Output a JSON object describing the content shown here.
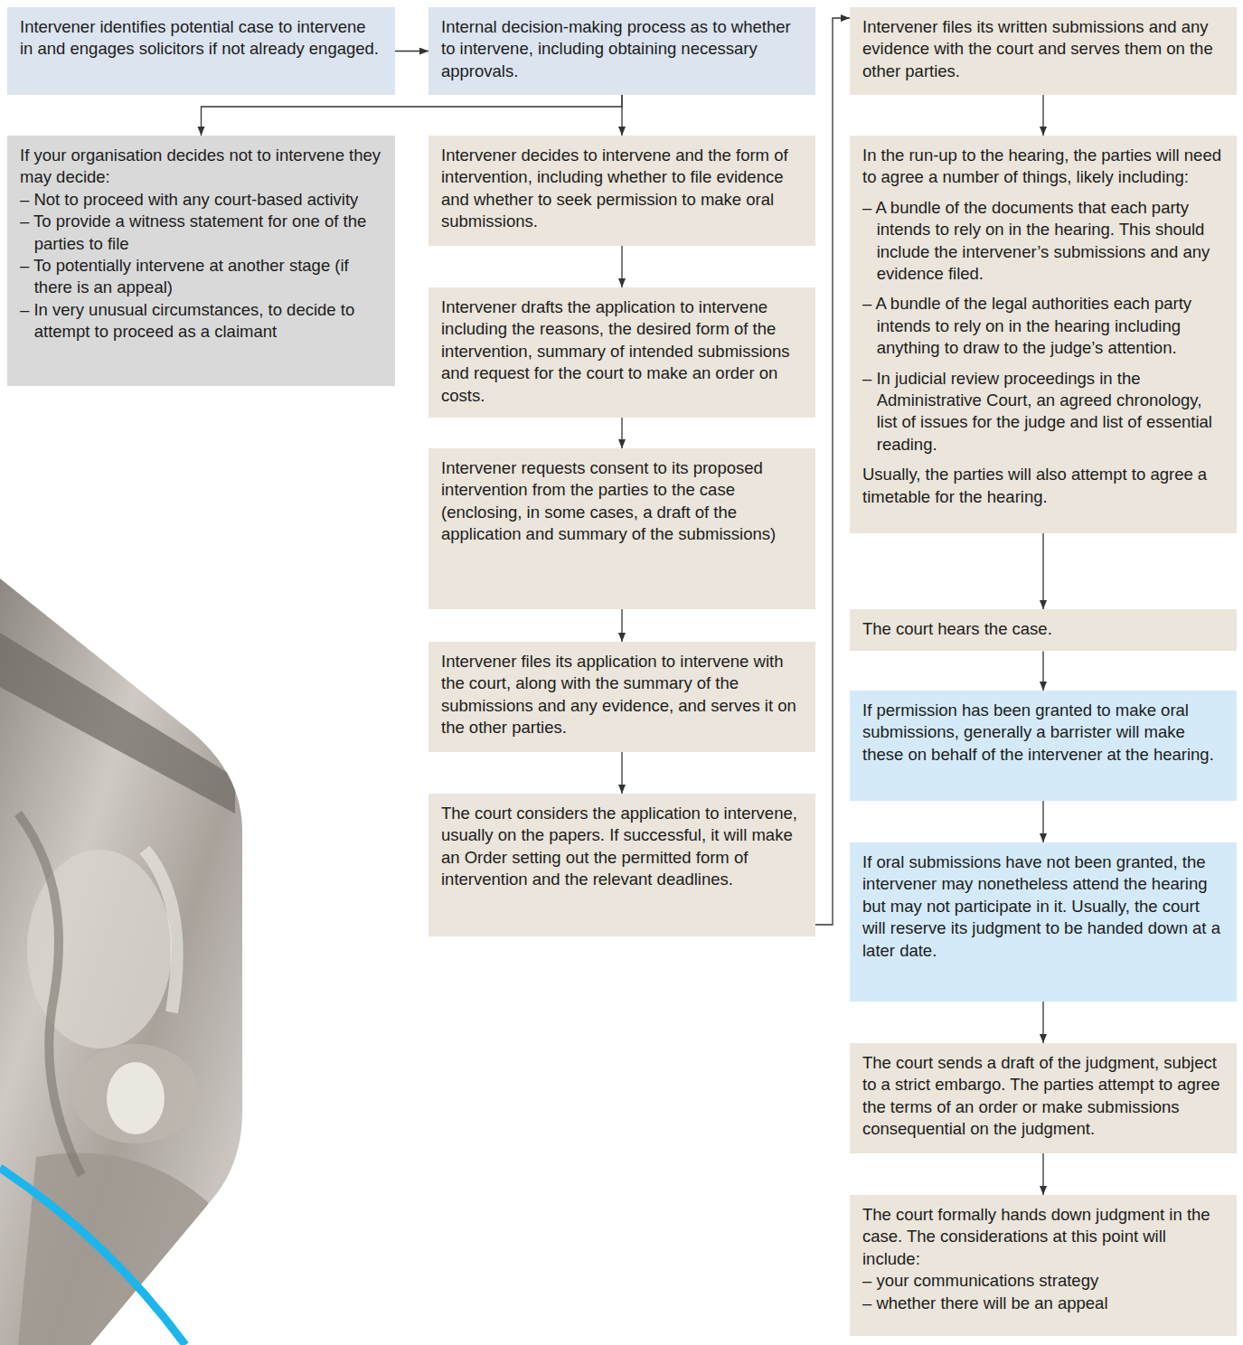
{
  "diagram": {
    "nodes": [
      {
        "text": [
          "Intervener identifies potential case to intervene in and engages solicitors if not already engaged."
        ]
      },
      {
        "text": [
          "Internal decision-making process as to whether to intervene, including obtaining necessary approvals."
        ]
      },
      {
        "text": [
          "If your organisation decides not to intervene they may decide:",
          "– Not to proceed with any court-based activity",
          "– To provide a witness statement for one of the parties to file",
          "– To potentially intervene at another stage (if there is an appeal)",
          "– In very unusual circumstances, to decide to attempt to proceed as a claimant"
        ]
      },
      {
        "text": [
          "Intervener decides to intervene and the form of intervention, including whether to file evidence and whether to seek permission to make oral submissions."
        ]
      },
      {
        "text": [
          "Intervener drafts the application to intervene including the reasons, the desired form of the intervention, summary of intended submissions and request for the court to make an order on costs."
        ]
      },
      {
        "text": [
          "Intervener requests consent to its proposed intervention from the parties to the case (enclosing, in some cases, a draft of the application and summary of the submissions)"
        ]
      },
      {
        "text": [
          "Intervener files its application to intervene with the court, along with the summary of the submissions and any evidence, and serves it on the other parties."
        ]
      },
      {
        "text": [
          "The court considers the application to intervene, usually on the papers. If successful, it will make an Order setting out the permitted form of intervention and the relevant deadlines."
        ]
      },
      {
        "text": [
          "Intervener files its written submissions and any evidence with the court and serves them on the other parties."
        ]
      },
      {
        "text": [
          "In the run-up to the hearing, the parties will need to agree a number of things, likely including:",
          "– A bundle of the documents that each party intends to rely on in the hearing. This should include the intervener’s submissions and any evidence filed.",
          "– A bundle of the legal authorities each party intends to rely on in the hearing including anything to draw to the judge’s attention.",
          "– In judicial review proceedings in the Administrative Court, an agreed chronology, list of issues for the judge and list of essential reading.",
          "Usually, the parties will also attempt to agree a timetable for the hearing."
        ]
      },
      {
        "text": [
          "The court hears the case."
        ]
      },
      {
        "text": [
          "If permission has been granted to make oral submissions, generally a barrister will make these on behalf of the intervener at the hearing."
        ]
      },
      {
        "text": [
          "If oral submissions have not been granted, the intervener may nonetheless attend the hearing but may not participate in it. Usually, the court will reserve its judgment to be handed down at a later date."
        ]
      },
      {
        "text": [
          "The court sends a draft of the judgment, subject to a strict embargo. The parties attempt to agree the terms of an order or make submissions consequential on the judgment."
        ]
      },
      {
        "text": [
          "The court formally hands down judgment in the case. The considerations at this point will include:",
          "– your communications strategy",
          "– whether there will be an appeal"
        ]
      }
    ],
    "edges": [
      {
        "from": 0,
        "to": 1,
        "arrow": "to"
      },
      {
        "from": 1,
        "to": 2,
        "arrow": "to"
      },
      {
        "from": 1,
        "to": 3,
        "arrow": "to"
      },
      {
        "from": 3,
        "to": 4,
        "arrow": "to"
      },
      {
        "from": 4,
        "to": 5,
        "arrow": "to"
      },
      {
        "from": 5,
        "to": 6,
        "arrow": "to"
      },
      {
        "from": 6,
        "to": 7,
        "arrow": "to"
      },
      {
        "from": 7,
        "to": 8,
        "arrow": "to"
      },
      {
        "from": 8,
        "to": 9,
        "arrow": "to"
      },
      {
        "from": 9,
        "to": 10,
        "arrow": "to"
      },
      {
        "from": 10,
        "to": 11,
        "arrow": "to"
      },
      {
        "from": 11,
        "to": 12,
        "arrow": "to"
      },
      {
        "from": 12,
        "to": 13,
        "arrow": "to"
      },
      {
        "from": 13,
        "to": 14,
        "arrow": "to"
      }
    ]
  }
}
